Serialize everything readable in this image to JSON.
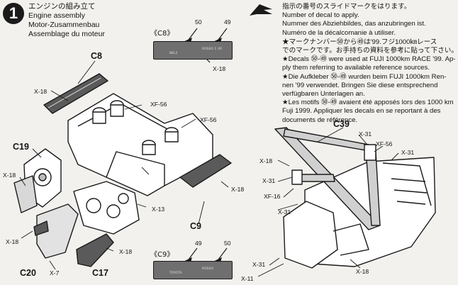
{
  "step": {
    "number": "1"
  },
  "titles": {
    "jp": "エンジンの組み立て",
    "en": "Engine assembly",
    "de": "Motor-Zusammenbau",
    "fr": "Assemblage du moteur"
  },
  "notes": {
    "intro": [
      "指示の番号のスライドマークをはります。",
      "Number of decal to apply.",
      "Nummer des Abziehbildes, das anzubringen ist.",
      "Numéro de la décalcomanie à utiliser."
    ],
    "jp_note": [
      "★マークナンバー㊿から㊾は'99.フジ1000㎞レース",
      "でのマークです。お手持ちの資料を参考に貼って下さい。"
    ],
    "en_note": [
      "★Decals ㊿-㊾ were used at FUJI 1000km RACE '99. Ap-",
      "ply them referring to available reference sources."
    ],
    "de_note": [
      "★Die Aufkleber ㊿-㊾ wurden beim FUJI 1000km Ren-",
      "nen '99 verwendet. Bringen Sie diese entsprechend",
      "verfügbaren Unterlagen an."
    ],
    "fr_note": [
      "★Les motifs ㊿-㊾ avaient été apposés lors des 1000 km",
      "Fuji 1999. Appliquer les decals en se reportant à des",
      "documents de référence."
    ]
  },
  "decals": {
    "top": {
      "title": "《C8》",
      "num_left": "50",
      "num_right": "49",
      "plate_left": "BKL2",
      "plate_right": "ROSSO 1 UR"
    },
    "bottom": {
      "title": "《C9》",
      "num_left": "49",
      "num_right": "50",
      "plate_left": "TOYOTA",
      "plate_right": "ROSSO"
    }
  },
  "parts": {
    "c8": "C8",
    "c9": "C9",
    "c19": "C19",
    "c20": "C20",
    "c17": "C17",
    "c39": "C39"
  },
  "screws": {
    "x18": "X-18",
    "x13": "X-13",
    "x7": "X-7",
    "x31": "X-31",
    "x11": "X-11",
    "xf56": "XF-56",
    "xf16": "XF-16"
  },
  "colors": {
    "ink": "#141414",
    "paper": "#f2f1ee",
    "decal_fill": "#6f6f6f"
  }
}
